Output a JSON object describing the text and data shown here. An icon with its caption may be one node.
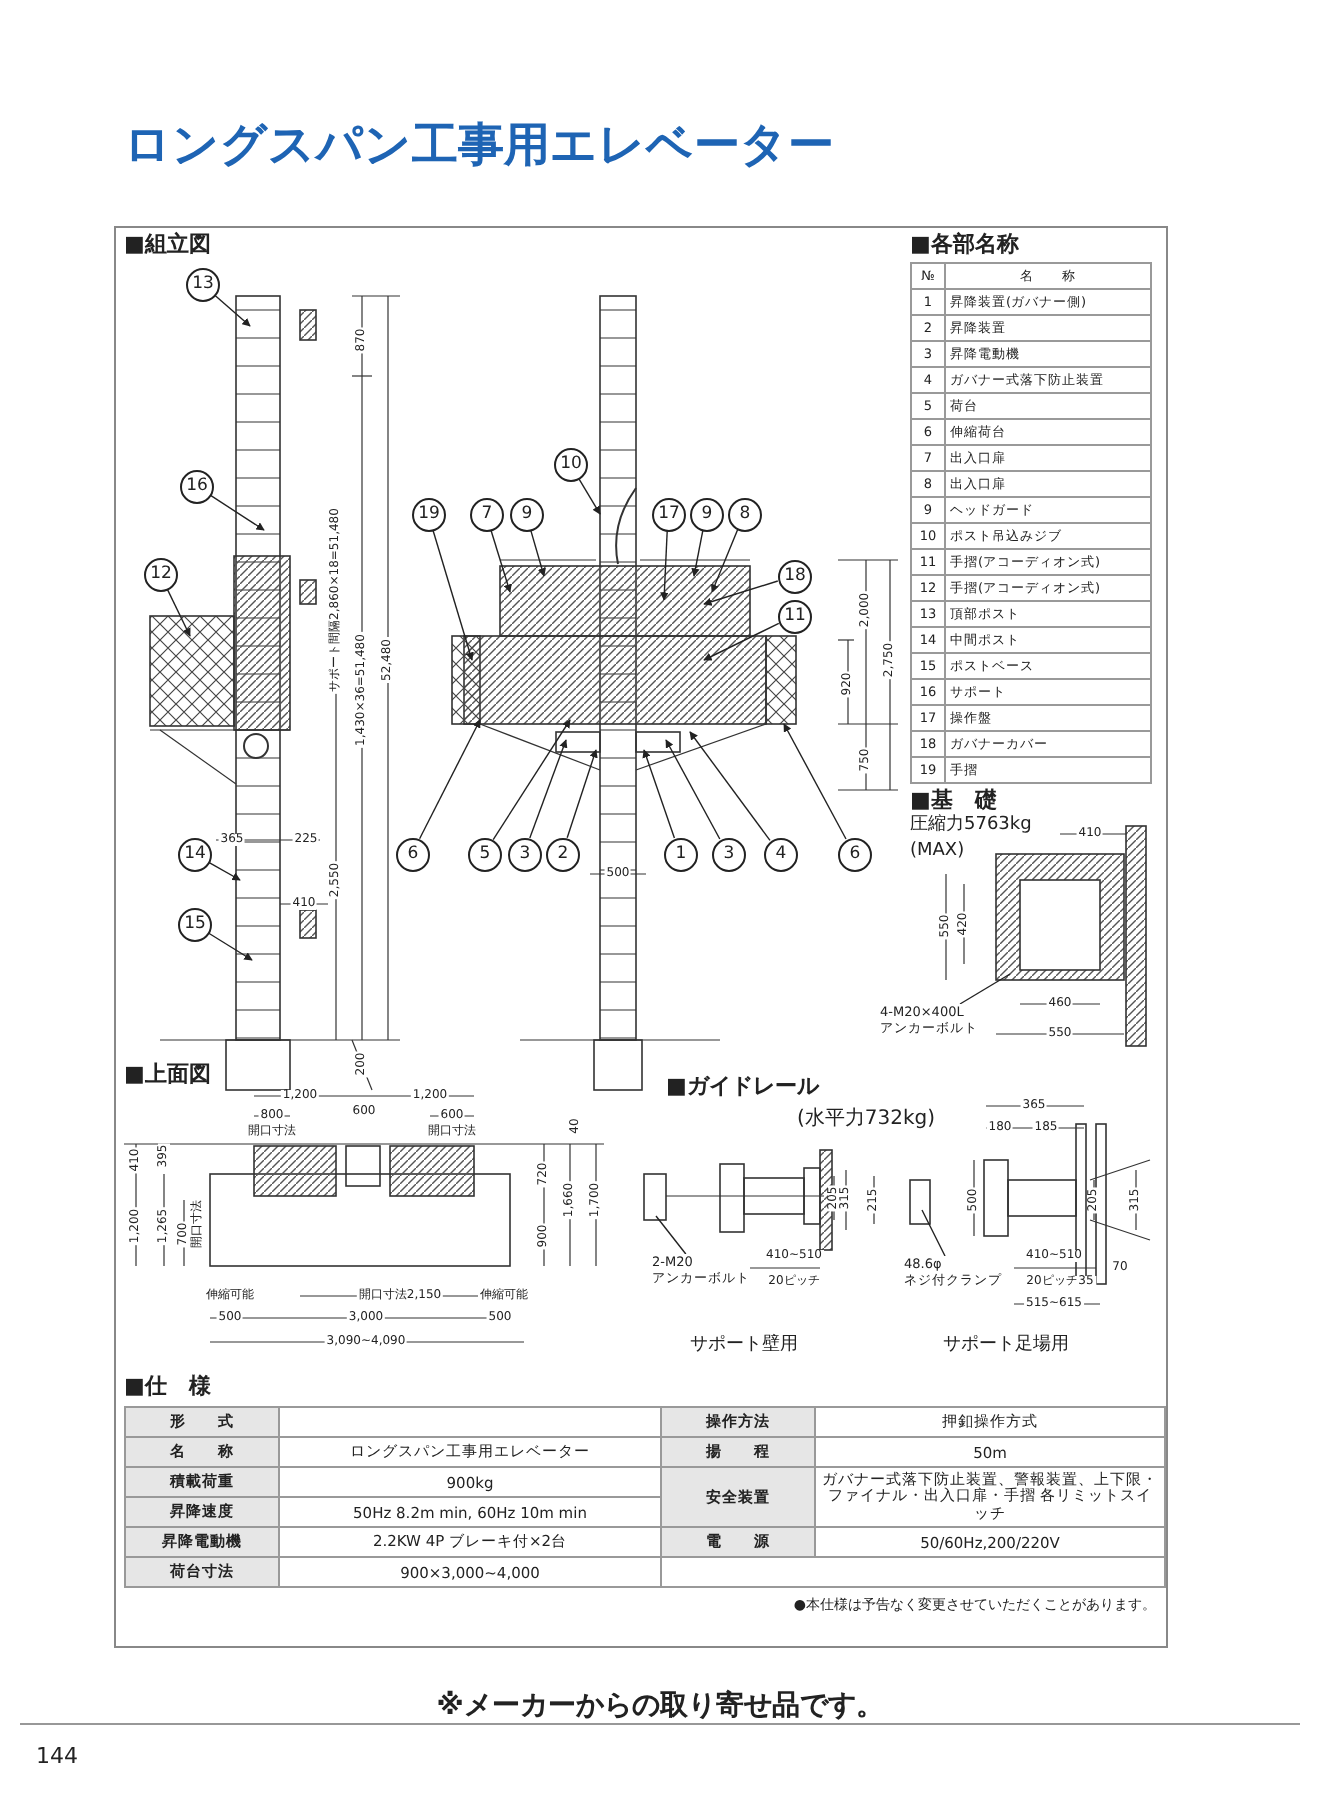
{
  "diagram": {
    "title": "ロングスパン工事用エレベーター",
    "nodes": [
      {
        "text": [
          "13"
        ]
      },
      {
        "text": [
          "16"
        ]
      },
      {
        "text": [
          "12"
        ]
      },
      {
        "text": [
          "14"
        ]
      },
      {
        "text": [
          "15"
        ]
      },
      {
        "text": [
          "19"
        ]
      },
      {
        "text": [
          "7"
        ]
      },
      {
        "text": [
          "9"
        ]
      },
      {
        "text": [
          "10"
        ]
      },
      {
        "text": [
          "17"
        ]
      },
      {
        "text": [
          "9"
        ]
      },
      {
        "text": [
          "8"
        ]
      },
      {
        "text": [
          "18"
        ]
      },
      {
        "text": [
          "11"
        ]
      },
      {
        "text": [
          "6"
        ]
      },
      {
        "text": [
          "5"
        ]
      },
      {
        "text": [
          "3"
        ]
      },
      {
        "text": [
          "2"
        ]
      },
      {
        "text": [
          "1"
        ]
      },
      {
        "text": [
          "3"
        ]
      },
      {
        "text": [
          "4"
        ]
      },
      {
        "text": [
          "6"
        ]
      },
      {
        "text": [
          "4-M20×400L",
          "アンカーボルト"
        ]
      },
      {
        "text": [
          "2-M20",
          "アンカーボルト"
        ]
      },
      {
        "text": [
          "48.6φ",
          "ネジ付クランプ"
        ]
      }
    ],
    "edges": [
      {
        "from": 0,
        "to": null,
        "arrow": "to"
      },
      {
        "from": 1,
        "to": null,
        "arrow": "to"
      },
      {
        "from": 2,
        "to": null,
        "arrow": "to"
      },
      {
        "from": 3,
        "to": null,
        "arrow": "to"
      },
      {
        "from": 4,
        "to": null,
        "arrow": "to"
      },
      {
        "from": 5,
        "to": null,
        "arrow": "to"
      },
      {
        "from": 6,
        "to": null,
        "arrow": "to"
      },
      {
        "from": 7,
        "to": null,
        "arrow": "to"
      },
      {
        "from": 8,
        "to": null,
        "arrow": "to"
      },
      {
        "from": 9,
        "to": null,
        "arrow": "to"
      },
      {
        "from": 10,
        "to": null,
        "arrow": "to"
      },
      {
        "from": 11,
        "to": null,
        "arrow": "to"
      },
      {
        "from": 12,
        "to": null,
        "arrow": "to"
      },
      {
        "from": 13,
        "to": null,
        "arrow": "to"
      },
      {
        "from": 14,
        "to": null,
        "arrow": "to"
      },
      {
        "from": 15,
        "to": null,
        "arrow": "to"
      },
      {
        "from": 16,
        "to": null,
        "arrow": "to"
      },
      {
        "from": 17,
        "to": null,
        "arrow": "to"
      },
      {
        "from": 18,
        "to": null,
        "arrow": "to"
      },
      {
        "from": 19,
        "to": null,
        "arrow": "to"
      },
      {
        "from": 20,
        "to": null,
        "arrow": "to"
      },
      {
        "from": 21,
        "to": null,
        "arrow": "to"
      },
      {
        "from": 22,
        "to": null,
        "arrow": "none"
      },
      {
        "from": 23,
        "to": null,
        "arrow": "none"
      },
      {
        "from": 24,
        "to": null,
        "arrow": "none"
      }
    ],
    "labels": [
      "■組立図",
      "870",
      "サポート間隔2,860×18=51,480",
      "1,430×36=51,480",
      "52,480",
      "2,550",
      "365",
      "225",
      "410",
      "200",
      "500",
      "920",
      "2,000",
      "2,750",
      "750",
      "■各部名称",
      "№",
      "名　　称",
      "1",
      "昇降装置(ガバナー側)",
      "2",
      "昇降装置",
      "3",
      "昇降電動機",
      "4",
      "ガバナー式落下防止装置",
      "5",
      "荷台",
      "6",
      "伸縮荷台",
      "7",
      "出入口扉",
      "8",
      "出入口扉",
      "9",
      "ヘッドガード",
      "10",
      "ポスト吊込みジブ",
      "11",
      "手摺(アコーディオン式)",
      "12",
      "手摺(アコーディオン式)",
      "13",
      "頂部ポスト",
      "14",
      "中間ポスト",
      "15",
      "ポストベース",
      "16",
      "サポート",
      "17",
      "操作盤",
      "18",
      "ガバナーカバー",
      "19",
      "手摺",
      "■基　礎",
      "圧縮力5763kg",
      "(MAX)",
      "410",
      "550",
      "420",
      "460",
      "550",
      "■上面図",
      "1,200",
      "800",
      "開口寸法",
      "600",
      "1,200",
      "600",
      "開口寸法",
      "40",
      "410",
      "395",
      "1,200",
      "1,265",
      "700",
      "開口寸法",
      "720",
      "900",
      "1,660",
      "1,700",
      "伸縮可能",
      "開口寸法2,150",
      "伸縮可能",
      "500",
      "3,000",
      "500",
      "3,090~4,090",
      "■ガイドレール",
      "(水平力732kg)",
      "410~510",
      "20ピッチ",
      "205",
      "315",
      "サポート壁用",
      "365",
      "180",
      "185",
      "215",
      "500",
      "205",
      "315",
      "410~510",
      "20ピッチ",
      "35",
      "70",
      "515~615",
      "サポート足場用",
      "■仕　様",
      "形　　式",
      "操作方法",
      "押釦操作方式",
      "名　　称",
      "ロングスパン工事用エレベーター",
      "揚　　程",
      "50m",
      "積載荷重",
      "900kg",
      "安全装置",
      "ガバナー式落下防止装置、警報装置、上下限・ファイナル・出入口扉・手摺 各リミットスイッチ",
      "昇降速度",
      "50Hz 8.2m min, 60Hz 10m min",
      "昇降電動機",
      "2.2KW 4P ブレーキ付×2台",
      "電　　源",
      "50/60Hz,200/220V",
      "荷台寸法",
      "900×3,000~4,000",
      "●本仕様は予告なく変更させていただくことがあります。",
      "※メーカーからの取り寄せ品です。",
      "144"
    ]
  }
}
